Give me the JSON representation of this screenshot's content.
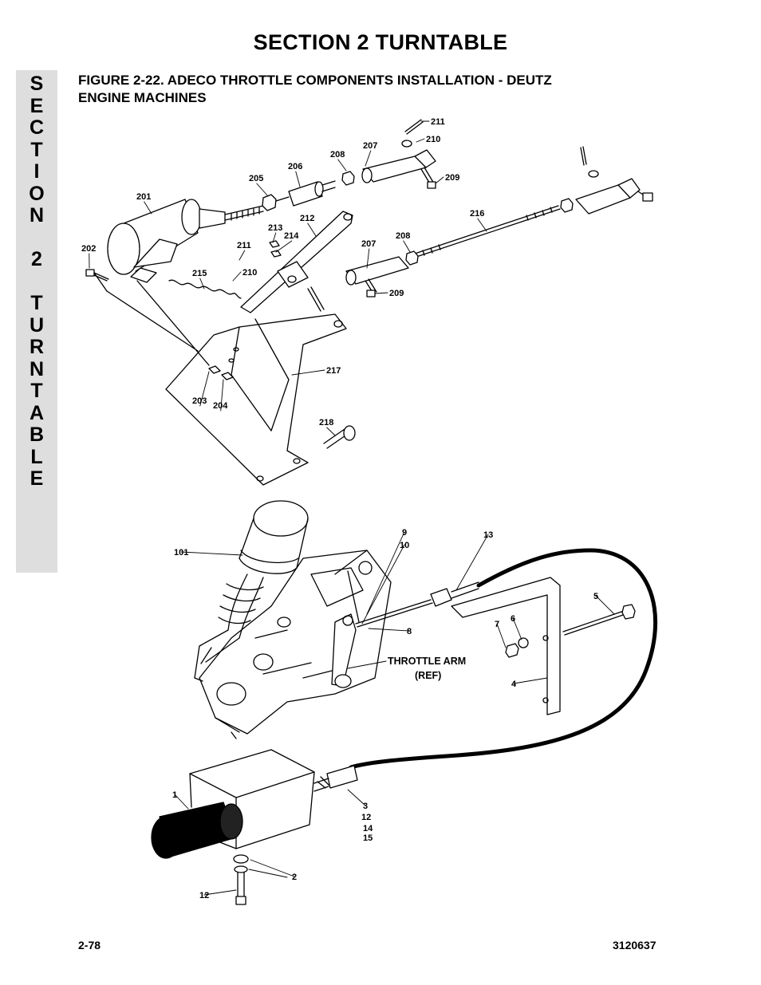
{
  "header": {
    "title": "SECTION 2  TURNTABLE"
  },
  "side_tab": {
    "letters": [
      "S",
      "E",
      "C",
      "T",
      "I",
      "O",
      "N",
      "",
      "2",
      "",
      "T",
      "U",
      "R",
      "N",
      "T",
      "A",
      "B",
      "L",
      "E"
    ]
  },
  "figure": {
    "title_line1": "FIGURE 2-22.  ADECO THROTTLE COMPONENTS INSTALLATION - DEUTZ",
    "title_line2": "ENGINE MACHINES"
  },
  "callouts_top": [
    "211",
    "210",
    "207",
    "208",
    "209",
    "206",
    "205",
    "201",
    "202",
    "212",
    "213",
    "214",
    "211",
    "210",
    "215",
    "216",
    "208",
    "207",
    "209",
    "217",
    "203",
    "204",
    "218"
  ],
  "callouts_bottom": [
    "101",
    "9",
    "10",
    "13",
    "8",
    "5",
    "7",
    "6",
    "THROTTLE ARM",
    "(REF)",
    "4",
    "1",
    "3",
    "12",
    "14",
    "15",
    "2",
    "12"
  ],
  "footer": {
    "page": "2-78",
    "doc_number": "3120637"
  }
}
